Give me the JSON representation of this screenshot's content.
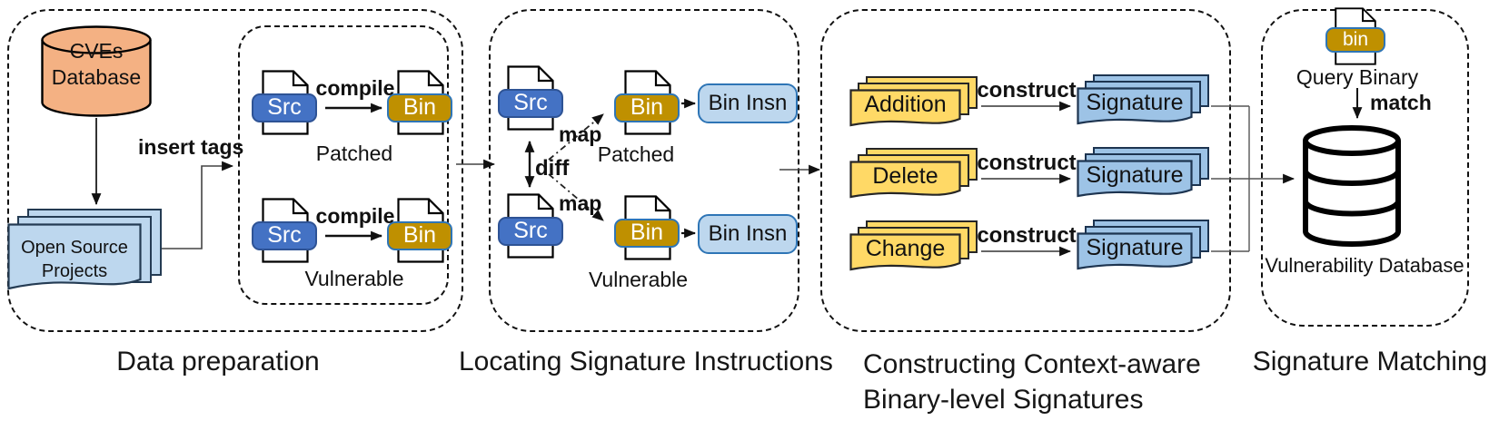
{
  "colors": {
    "src_blue": "#4472C4",
    "bin_gold": "#BF9000",
    "badge_border_blue": "#2E75B6",
    "light_blue": "#BDD7EE",
    "signature_blue": "#9DC3E6",
    "stack_yellow": "#FFD966",
    "cves_orange": "#F4B183"
  },
  "icons": {
    "cves_database": "database-cylinder-icon",
    "open_source_projects": "stacked-pages-icon",
    "source_file": "document-icon",
    "binary_file": "document-icon",
    "query_binary": "document-icon",
    "vulnerability_database": "database-cylinder-icon"
  },
  "stage1": {
    "caption": "Data preparation",
    "cves_db": {
      "line1": "CVEs",
      "line2": "Database"
    },
    "projects": {
      "line1": "Open Source",
      "line2": "Projects"
    },
    "insert_tags_label": "insert tags",
    "patched": {
      "src": "Src",
      "compile_label": "compile",
      "bin": "Bin",
      "label": "Patched"
    },
    "vulnerable": {
      "src": "Src",
      "compile_label": "compile",
      "bin": "Bin",
      "label": "Vulnerable"
    }
  },
  "stage2": {
    "caption": "Locating Signature Instructions",
    "diff_label": "diff",
    "map_label_top": "map",
    "map_label_bottom": "map",
    "patched": {
      "src": "Src",
      "bin": "Bin",
      "bin_insn": "Bin Insn",
      "label": "Patched"
    },
    "vulnerable": {
      "src": "Src",
      "bin": "Bin",
      "bin_insn": "Bin Insn",
      "label": "Vulnerable"
    }
  },
  "stage3": {
    "caption_line1": "Constructing Context-aware",
    "caption_line2": "Binary-level Signatures",
    "rows": [
      {
        "source": "Addition",
        "verb": "construct",
        "target": "Signature"
      },
      {
        "source": "Delete",
        "verb": "construct",
        "target": "Signature"
      },
      {
        "source": "Change",
        "verb": "construct",
        "target": "Signature"
      }
    ]
  },
  "stage4": {
    "caption": "Signature Matching",
    "bin_badge": "bin",
    "query_label": "Query Binary",
    "match_label": "match",
    "db_label": "Vulnerability Database"
  }
}
